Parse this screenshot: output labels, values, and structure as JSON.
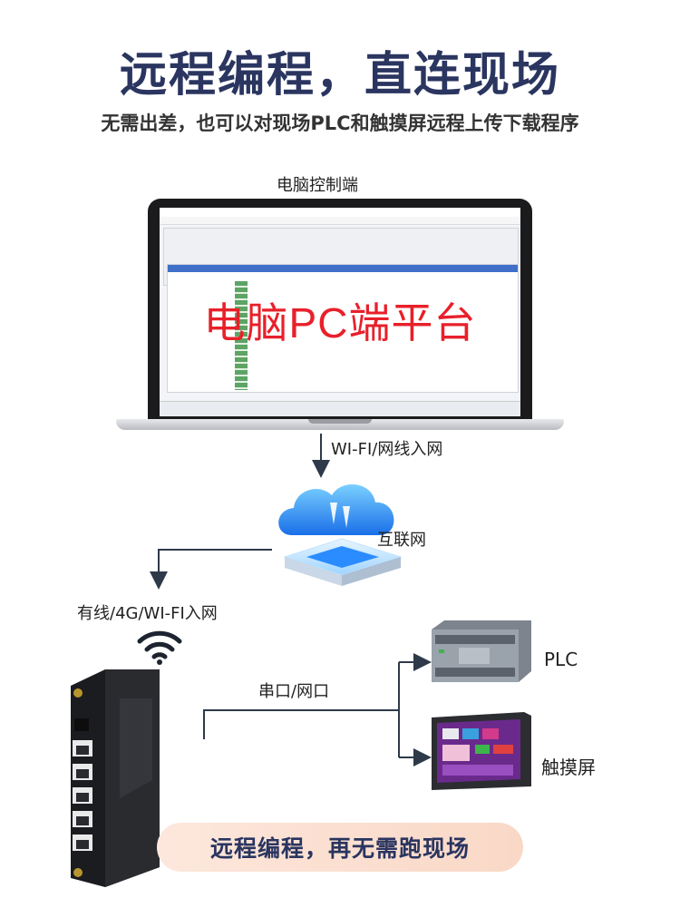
{
  "title": "远程编程，直连现场",
  "subtitle": "无需出差，也可以对现场PLC和触摸屏远程上传下载程序",
  "labels": {
    "pc_client": "电脑控制端",
    "screen_overlay": "电脑PC端平台",
    "wifi_line": "WI-FI/网线入网",
    "internet": "互联网",
    "wired_net": "有线/4G/WI-FI入网",
    "serial_port": "串口/网口",
    "plc": "PLC",
    "touchscreen": "触摸屏"
  },
  "footer": {
    "pill_text": "远程编程，再无需跑现场"
  },
  "colors": {
    "title": "#2a3560",
    "overlay": "#e8202a",
    "line": "#2e3a4a",
    "pill": "#fbe0d2",
    "cloud": "#1f7cf0"
  },
  "icons": [
    "laptop-icon",
    "cloud-server-icon",
    "wifi-icon",
    "router-icon",
    "plc-icon",
    "touchscreen-icon"
  ]
}
